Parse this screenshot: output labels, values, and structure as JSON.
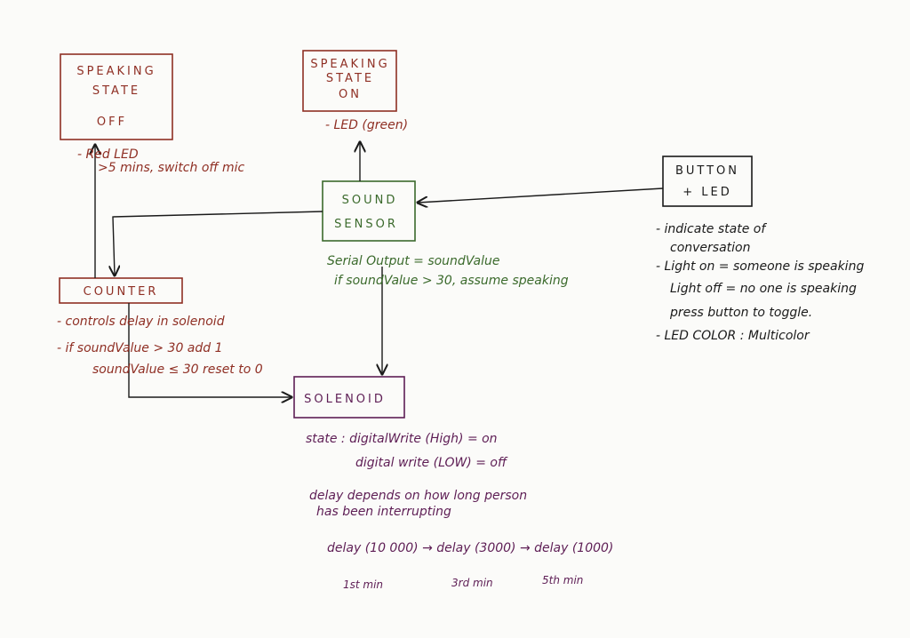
{
  "colors": {
    "red": "#8f2f24",
    "green": "#3b6a2c",
    "purple": "#5e1e55",
    "black": "#1a1a1a"
  },
  "nodes": {
    "speaking_off": {
      "lines": [
        "SPEAKING",
        "STATE",
        "OFF"
      ]
    },
    "speaking_on": {
      "lines": [
        "SPEAKING",
        "STATE",
        "ON"
      ]
    },
    "sound_sensor": {
      "lines": [
        "SOUND",
        "SENSOR"
      ]
    },
    "button_led": {
      "lines": [
        "BUTTON",
        "+ LED"
      ]
    },
    "counter": {
      "lines": [
        "COUNTER"
      ]
    },
    "solenoid": {
      "lines": [
        "SOLENOID"
      ]
    }
  },
  "notes": {
    "speaking_off": [
      "- Red LED",
      ">5 mins, switch off mic"
    ],
    "speaking_on": [
      "-   LED (green)"
    ],
    "sound_sensor": [
      "Serial Output = soundValue",
      "if soundValue > 30, assume speaking"
    ],
    "button_led": [
      "- indicate state of",
      "conversation",
      "- Light on = someone is speaking",
      "Light off = no one is speaking",
      "press button to toggle.",
      "- LED COLOR : Multicolor"
    ],
    "counter": [
      "- controls delay in solenoid",
      "- if soundValue > 30 add 1",
      "soundValue ≤ 30 reset to 0"
    ],
    "solenoid": [
      "state : digitalWrite (High) = on",
      "digital write (LOW) = off",
      "delay depends on how long person",
      "has been interrupting"
    ],
    "delays": [
      "delay (10 000)  →  delay (3000)  →  delay (1000)"
    ],
    "minutes": [
      "1st min",
      "3rd min",
      "5th min"
    ]
  }
}
